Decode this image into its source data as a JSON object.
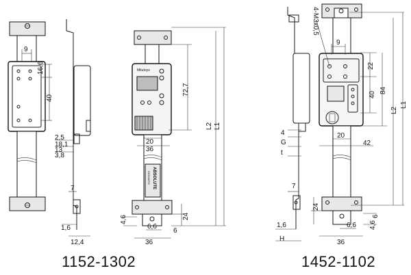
{
  "models": {
    "left": "1152-1302",
    "right": "1452-1102"
  },
  "brand": "Mitutoyo",
  "scale_label": "ABSOLUTE",
  "scale_sub": "DIGIMATIC",
  "left_dims": {
    "d9": "9",
    "d16_6": "16,6",
    "d40": "40",
    "d72_7": "72,7",
    "L2": "L2",
    "L1": "L1",
    "d2_5": "2,5",
    "d18_1": "18,1",
    "d13": "13",
    "d3_8": "3,8",
    "d20": "20",
    "d36": "36",
    "d7": "7",
    "d1_6": "1,6",
    "d12_4": "12,4",
    "d4_6": "4,6",
    "d6_6": "6,6",
    "d24": "24",
    "d6": "6",
    "d36b": "36"
  },
  "right_dims": {
    "m3": "4-M3x0,5",
    "d9": "9",
    "d22": "22",
    "d40": "40",
    "d84": "84",
    "L2": "L2",
    "L1": "L1",
    "d4": "4",
    "G": "G",
    "t": "t",
    "d20": "20",
    "d42": "42",
    "d7": "7",
    "d24": "24",
    "d1_6": "1,6",
    "H": "H",
    "d6_6": "6,6",
    "d6": "6",
    "d4_6": "4,6",
    "d36": "36"
  }
}
